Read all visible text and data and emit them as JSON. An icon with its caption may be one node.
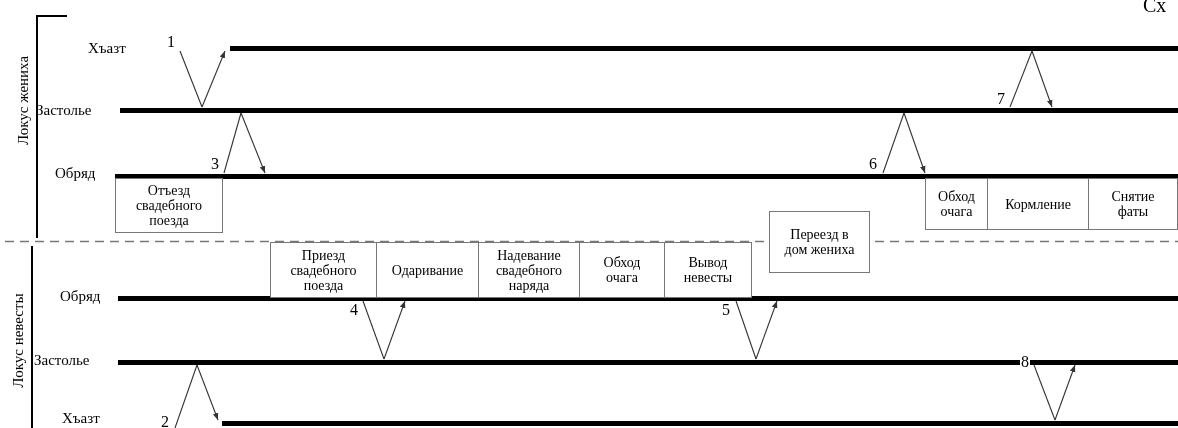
{
  "diagram": {
    "nodes": [
      {
        "text": [
          "Локус жениха"
        ]
      },
      {
        "text": [],
        "shape": "bar",
        "in": 0
      },
      {
        "text": [],
        "shape": "bar",
        "in": 0
      },
      {
        "text": [],
        "shape": "bar",
        "in": 0
      },
      {
        "text": [
          "Отъезд свадебного поезда"
        ],
        "in": 0
      },
      {
        "text": [
          "Обход очага"
        ],
        "in": 0
      },
      {
        "text": [
          "Кормление"
        ],
        "in": 0
      },
      {
        "text": [
          "Снятие фаты"
        ],
        "in": 0
      },
      {
        "text": [
          "Переезд в дом жениха"
        ]
      },
      {
        "text": [
          "Локус невесты"
        ]
      },
      {
        "text": [
          "Приезд свадебного поезда"
        ],
        "in": 9
      },
      {
        "text": [
          "Одаривание"
        ],
        "in": 9
      },
      {
        "text": [
          "Надевание свадебного наряда"
        ],
        "in": 9
      },
      {
        "text": [
          "Обход очага"
        ],
        "in": 9
      },
      {
        "text": [
          "Вывод невесты"
        ],
        "in": 9
      },
      {
        "text": [],
        "shape": "bar",
        "in": 9
      },
      {
        "text": [],
        "shape": "bar",
        "in": 9
      },
      {
        "text": [],
        "shape": "bar",
        "in": 9
      }
    ],
    "edges": [
      {
        "from": 1,
        "to": 2,
        "arrow": "none",
        "label": "1"
      },
      {
        "from": 2,
        "to": 1,
        "arrow": "to"
      },
      {
        "from": 17,
        "to": 16,
        "arrow": "none",
        "label": "2"
      },
      {
        "from": 16,
        "to": 17,
        "arrow": "to"
      },
      {
        "from": 3,
        "to": 2,
        "arrow": "none",
        "label": "3"
      },
      {
        "from": 2,
        "to": 3,
        "arrow": "to"
      },
      {
        "from": 15,
        "to": 16,
        "arrow": "none",
        "label": "4"
      },
      {
        "from": 16,
        "to": 15,
        "arrow": "to"
      },
      {
        "from": 15,
        "to": 16,
        "arrow": "none",
        "label": "5"
      },
      {
        "from": 16,
        "to": 15,
        "arrow": "to"
      },
      {
        "from": 3,
        "to": 2,
        "arrow": "none",
        "label": "6"
      },
      {
        "from": 2,
        "to": 3,
        "arrow": "to"
      },
      {
        "from": 2,
        "to": 1,
        "arrow": "none",
        "label": "7"
      },
      {
        "from": 1,
        "to": 2,
        "arrow": "to"
      },
      {
        "from": 16,
        "to": 17,
        "arrow": "none",
        "label": "8"
      },
      {
        "from": 17,
        "to": 16,
        "arrow": "to"
      }
    ],
    "labels": [
      "Сх",
      "Хъазт",
      "Застолье",
      "Обряд",
      "Обряд",
      "Застолье",
      "Хъазт"
    ]
  }
}
